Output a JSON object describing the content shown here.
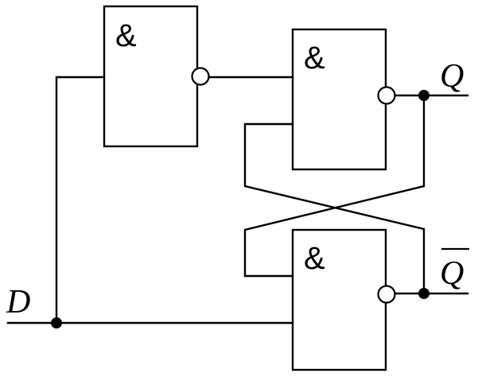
{
  "gates": [
    {
      "id": "gate-1",
      "symbol": "&"
    },
    {
      "id": "gate-2",
      "symbol": "&"
    },
    {
      "id": "gate-3",
      "symbol": "&"
    }
  ],
  "labels": {
    "input": "D",
    "output": "Q",
    "output_inverted": "Q"
  }
}
